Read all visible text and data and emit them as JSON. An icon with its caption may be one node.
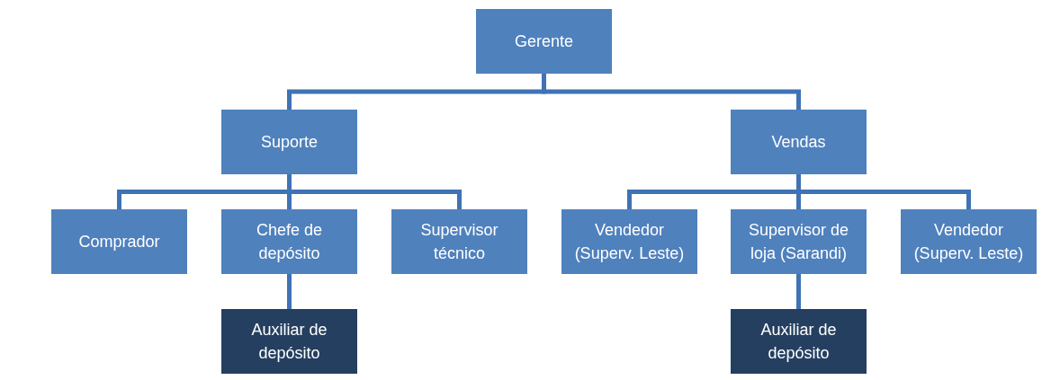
{
  "diagram": {
    "nodes": [
      {
        "text": [
          "Gerente"
        ]
      },
      {
        "text": [
          "Suporte"
        ]
      },
      {
        "text": [
          "Vendas"
        ]
      },
      {
        "text": [
          "Comprador"
        ]
      },
      {
        "text": [
          "Chefe de depósito"
        ]
      },
      {
        "text": [
          "Supervisor técnico"
        ]
      },
      {
        "text": [
          "Vendedor (Superv. Leste)"
        ]
      },
      {
        "text": [
          "Supervisor de loja (Sarandi)"
        ]
      },
      {
        "text": [
          "Vendedor (Superv. Leste)"
        ]
      },
      {
        "text": [
          "Auxiliar de depósito"
        ]
      },
      {
        "text": [
          "Auxiliar de depósito"
        ]
      }
    ],
    "edges": [
      {
        "from": 0,
        "to": 1,
        "arrow": "none"
      },
      {
        "from": 0,
        "to": 2,
        "arrow": "none"
      },
      {
        "from": 1,
        "to": 3,
        "arrow": "none"
      },
      {
        "from": 1,
        "to": 4,
        "arrow": "none"
      },
      {
        "from": 1,
        "to": 5,
        "arrow": "none"
      },
      {
        "from": 2,
        "to": 6,
        "arrow": "none"
      },
      {
        "from": 2,
        "to": 7,
        "arrow": "none"
      },
      {
        "from": 2,
        "to": 8,
        "arrow": "none"
      },
      {
        "from": 4,
        "to": 9,
        "arrow": "none"
      },
      {
        "from": 7,
        "to": 10,
        "arrow": "none"
      }
    ]
  }
}
